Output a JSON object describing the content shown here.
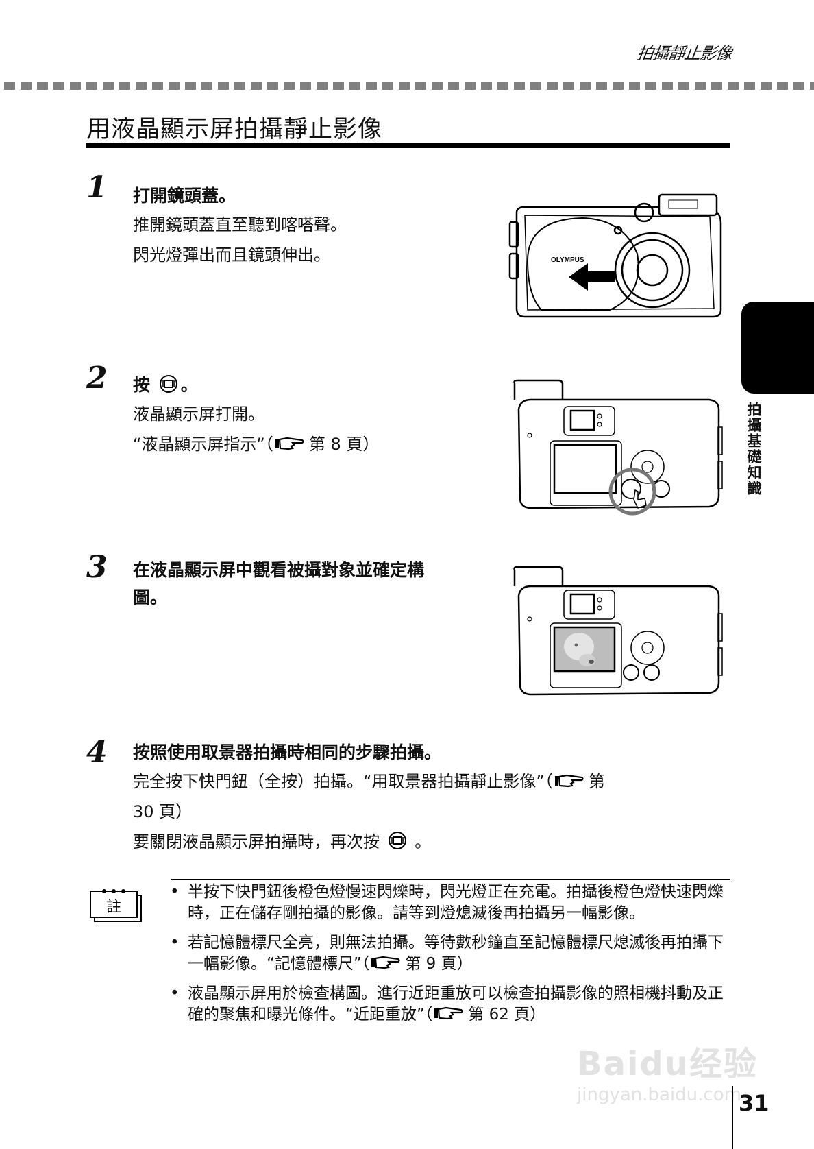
{
  "header": {
    "running_title": "拍攝靜止影像",
    "dash_color": "#808080"
  },
  "page": {
    "title": "用液晶顯示屏拍攝靜止影像",
    "number": "31"
  },
  "chapter_tab": {
    "label": "拍攝基礎知識",
    "color": "#000000"
  },
  "steps": [
    {
      "number": "1",
      "heading": "打開鏡頭蓋。",
      "body": [
        "推開鏡頭蓋直至聽到喀嗒聲。",
        "閃光燈彈出而且鏡頭伸出。"
      ],
      "illustration": {
        "alt": "camera-front-lens-cover-open",
        "brand": "OLYMPUS"
      }
    },
    {
      "number": "2",
      "heading_prefix": "按",
      "heading_icon": "monitor-button-icon",
      "heading_suffix": "。",
      "body_line1": "液晶顯示屏打開。",
      "ref_text_prefix": "“液晶顯示屏指示”（",
      "ref_icon": "pointing-hand-icon",
      "ref_text_suffix": "第 8 頁）",
      "illustration": {
        "alt": "camera-back-press-monitor-button"
      }
    },
    {
      "number": "3",
      "heading_line1": "在液晶顯示屏中觀看被攝對象並確定構",
      "heading_line2": "圖。",
      "illustration": {
        "alt": "camera-back-lcd-showing-dog"
      }
    },
    {
      "number": "4",
      "heading": "按照使用取景器拍攝時相同的步驟拍攝。",
      "body_line1_prefix": "完全按下快門鈕（全按）拍攝。“用取景器拍攝靜止影像”（",
      "ref_icon": "pointing-hand-icon",
      "body_line1_suffix": "第",
      "body_line2": "30 頁）",
      "body_line3_prefix": "要關閉液晶顯示屏拍攝時，再次按",
      "body_line3_icon": "monitor-button-icon",
      "body_line3_suffix": "。"
    }
  ],
  "note": {
    "icon_label": "註",
    "items": [
      {
        "text": "半按下快門鈕後橙色燈慢速閃爍時，閃光燈正在充電。拍攝後橙色燈快速閃爍時，正在儲存剛拍攝的影像。請等到燈熄滅後再拍攝另一幅影像。"
      },
      {
        "text_prefix": "若記憶體標尺全亮，則無法拍攝。等待數秒鐘直至記憶體標尺熄滅後再拍攝下一幅影像。“記憶體標尺”（",
        "ref_suffix": "第 9 頁）"
      },
      {
        "text_prefix": "液晶顯示屏用於檢查構圖。進行近距重放可以檢查拍攝影像的照相機抖動及正確的聚焦和曝光條件。“近距重放”（",
        "ref_suffix": "第 62 頁）"
      }
    ],
    "bullet": "•"
  },
  "watermark": {
    "line1": "Baidu经验",
    "line2": "jingyan.baidu.com"
  }
}
